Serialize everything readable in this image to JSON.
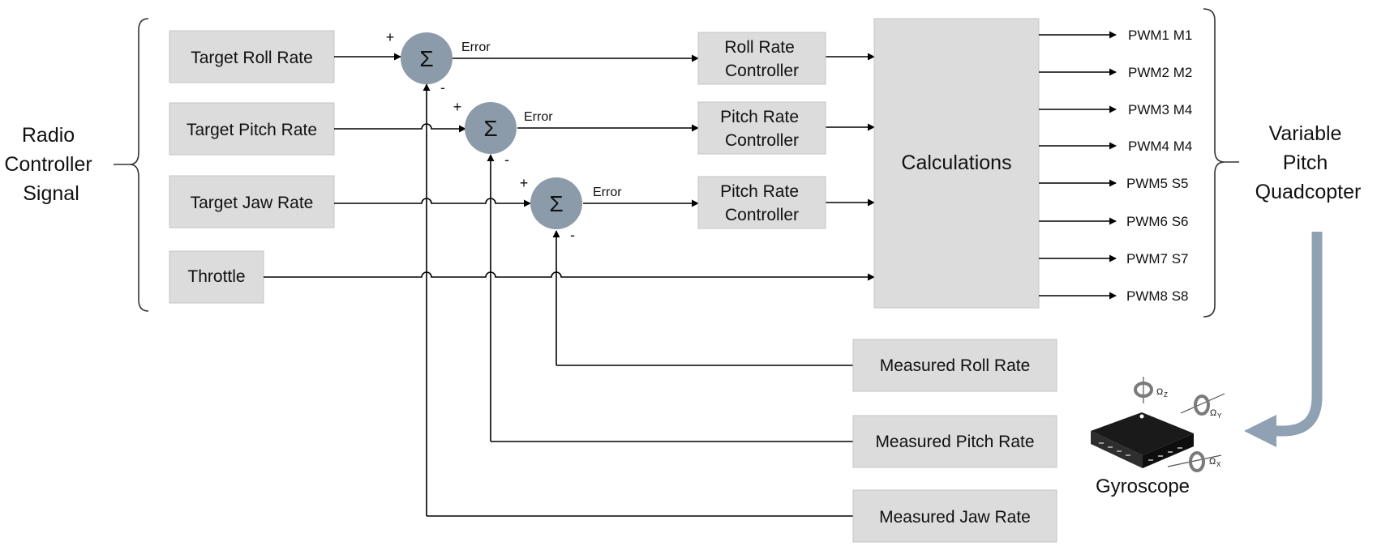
{
  "left_group": {
    "label_lines": [
      "Radio",
      "Controller",
      "Signal"
    ]
  },
  "right_group": {
    "label_lines": [
      "Variable",
      "Pitch",
      "Quadcopter"
    ]
  },
  "inputs": [
    "Target Roll Rate",
    "Target Pitch Rate",
    "Target Jaw Rate",
    "Throttle"
  ],
  "sum_symbol": "Σ",
  "sum_labels": {
    "plus": "+",
    "minus": "-",
    "error": "Error"
  },
  "controllers": [
    [
      "Roll Rate",
      "Controller"
    ],
    [
      "Pitch Rate",
      "Controller"
    ],
    [
      "Pitch Rate",
      "Controller"
    ]
  ],
  "calculations": "Calculations",
  "outputs": [
    "PWM1 M1",
    "PWM2 M2",
    "PWM3 M4",
    "PWM4 M4",
    "PWM5 S5",
    "PWM6 S6",
    "PWM7 S7",
    "PWM8 S8"
  ],
  "measured": [
    "Measured Roll Rate",
    "Measured Pitch Rate",
    "Measured Jaw Rate"
  ],
  "gyroscope": {
    "label": "Gyroscope",
    "axes": [
      "Ω",
      "Ω",
      "Ω"
    ],
    "axis_subscripts": [
      "Z",
      "Y",
      "X"
    ]
  },
  "colors": {
    "box_fill": "#dcdcdc",
    "sum_fill": "#8c9baa",
    "feedback_arrow": "#8fa1b3"
  }
}
